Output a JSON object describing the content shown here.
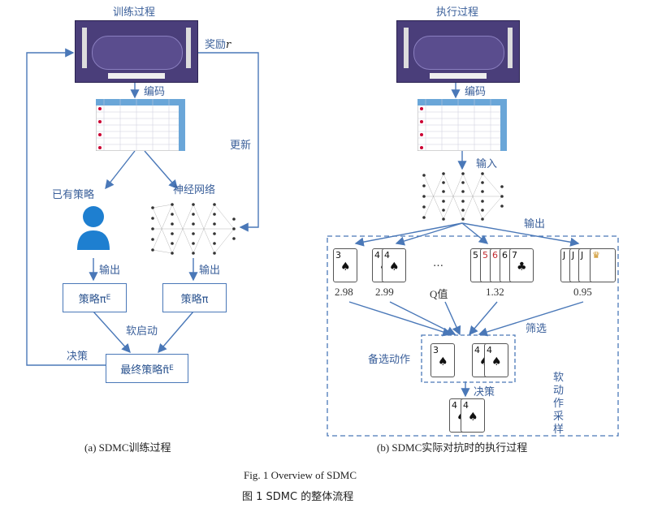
{
  "left": {
    "title": "训练过程",
    "reward_label": "奖励",
    "reward_symbol": "r",
    "encode_label": "编码",
    "update_label": "更新",
    "existing_strategy_label": "已有策略",
    "neural_net_label": "神经网络",
    "output_left": "输出",
    "output_right": "输出",
    "policy_e_box": "策略π",
    "policy_e_sub": "E",
    "policy_box": "策略π",
    "soft_start_label": "软启动",
    "decision_label": "决策",
    "final_policy_box": "最终策略π̃",
    "final_policy_sub": "E",
    "caption": "(a)  SDMC训练过程"
  },
  "right": {
    "title": "执行过程",
    "encode_label": "编码",
    "input_label": "输入",
    "output_label": "输出",
    "q_values": [
      "2.98",
      "2.99",
      "Q值",
      "1.32",
      "0.95"
    ],
    "ellipsis": "…",
    "filter_label": "筛选",
    "candidate_label": "备选动作",
    "decision_label": "决策",
    "soft_sampling_label": "软动作采样",
    "caption": "(b)  SDMC实际对抗时的执行过程"
  },
  "captions": {
    "en": "Fig. 1    Overview of SDMC",
    "zh": "图 1    SDMC 的整体流程"
  },
  "colors": {
    "arrow": "#4a78b8",
    "text_blue": "#3a5f9a",
    "game_bg": "#4a3e7a",
    "person": "#1e7fd0",
    "table_header": "#6aa6d8"
  },
  "icons": [
    "game-screenshot",
    "encoding-table",
    "person-icon",
    "neural-network-icon",
    "spade-card-icon"
  ]
}
